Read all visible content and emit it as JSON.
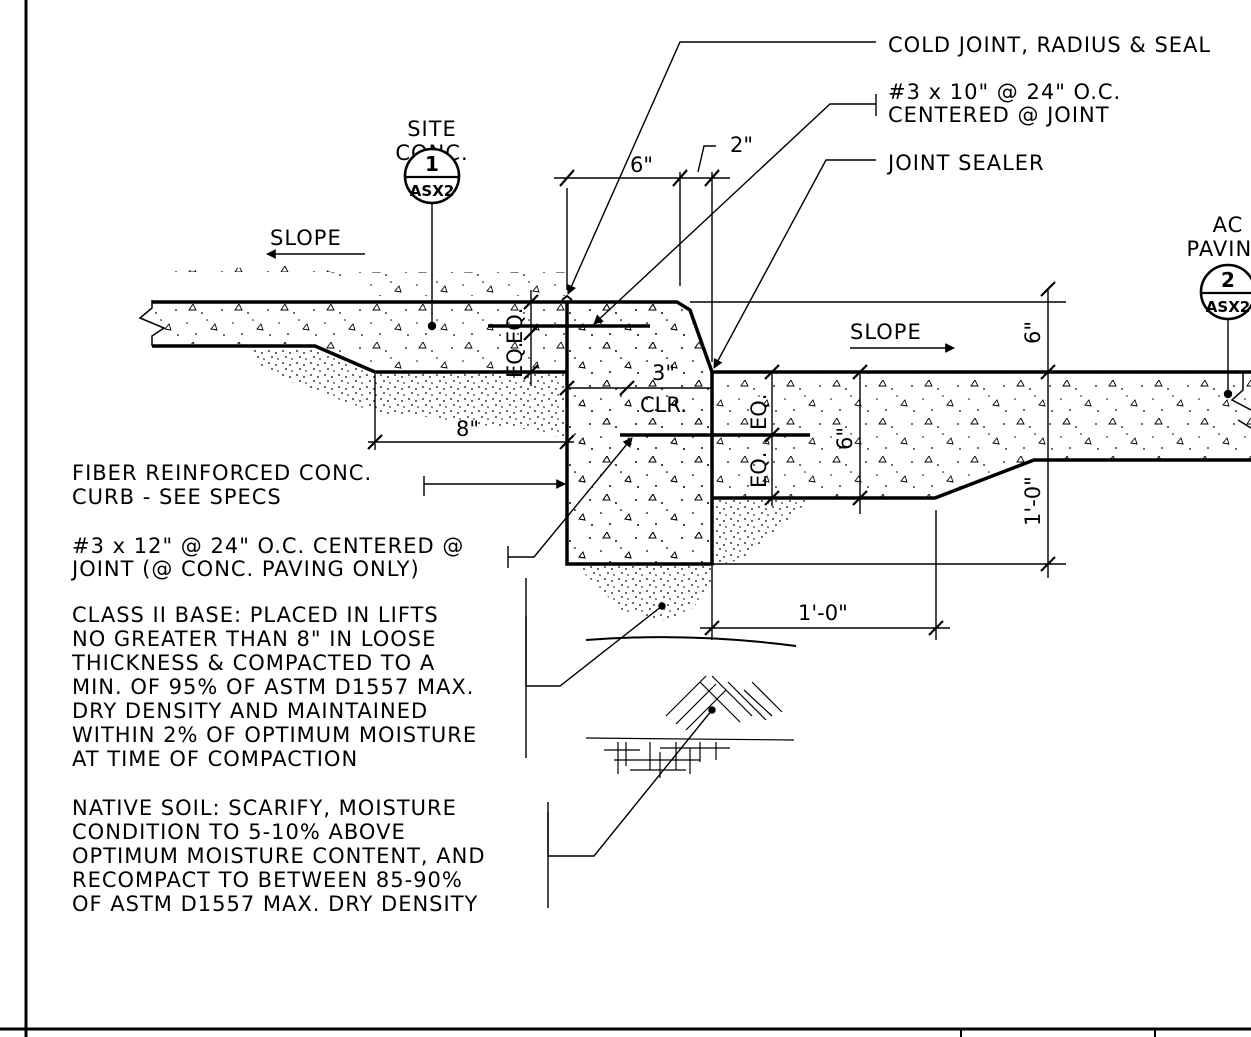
{
  "notes": {
    "cold_joint": "COLD JOINT, RADIUS & SEAL",
    "rebar_top": [
      "#3 x 10\" @ 24\" O.C.",
      "CENTERED @ JOINT"
    ],
    "joint_sealer": "JOINT SEALER",
    "fiber_curb": [
      "FIBER REINFORCED CONC.",
      "CURB - SEE SPECS"
    ],
    "rebar_joint": [
      "#3 x 12\" @ 24\" O.C. CENTERED @",
      "JOINT (@ CONC. PAVING ONLY)"
    ],
    "class_ii_base": [
      "CLASS II BASE: PLACED IN LIFTS",
      "NO GREATER THAN 8\" IN LOOSE",
      "THICKNESS & COMPACTED TO A",
      "MIN. OF 95% OF ASTM D1557 MAX.",
      "DRY DENSITY AND MAINTAINED",
      "WITHIN 2% OF OPTIMUM MOISTURE",
      "AT TIME OF COMPACTION"
    ],
    "native_soil": [
      "NATIVE SOIL: SCARIFY, MOISTURE",
      "CONDITION TO 5-10% ABOVE",
      "OPTIMUM MOISTURE CONTENT, AND",
      "RECOMPACT TO BETWEEN 85-90%",
      "OF ASTM D1557 MAX. DRY DENSITY"
    ]
  },
  "detail_tags": [
    {
      "title": [
        "SITE",
        "CONC."
      ],
      "number": "1",
      "sheet": "ASX2"
    },
    {
      "title": [
        "AC",
        "PAVING"
      ],
      "number": "2",
      "sheet": "ASX2"
    }
  ],
  "slope_labels": {
    "left": "SLOPE",
    "right": "SLOPE"
  },
  "dimensions": {
    "six_in_top": "6\"",
    "two_in": "2\"",
    "eq_1": "EQ.",
    "eq_2": "EQ.",
    "eq_3": "EQ.",
    "eq_4": "EQ.",
    "three_in": "3\"",
    "clr": "CLR.",
    "eight_in": "8\"",
    "six_in_right": "6\"",
    "six_in_mid": "6\"",
    "one_ft_vert": "1'-0\"",
    "one_ft_horiz": "1'-0\""
  }
}
